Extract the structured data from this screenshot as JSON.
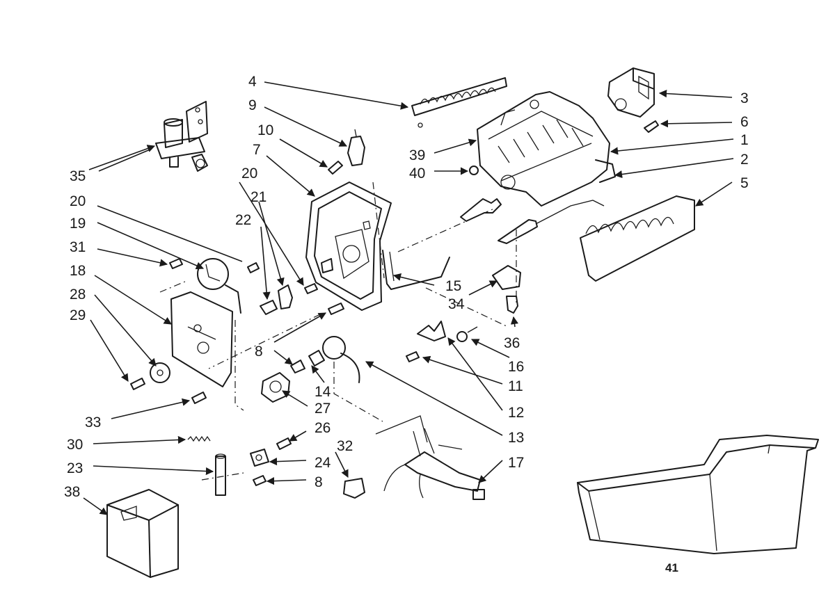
{
  "diagram": {
    "labels": {
      "p1": "1",
      "p2": "2",
      "p3": "3",
      "p4": "4",
      "p5": "5",
      "p6": "6",
      "p7": "7",
      "p8a": "8",
      "p8b": "8",
      "p9": "9",
      "p10": "10",
      "p11": "11",
      "p12": "12",
      "p13": "13",
      "p14": "14",
      "p15": "15",
      "p16": "16",
      "p17": "17",
      "p18": "18",
      "p19": "19",
      "p20a": "20",
      "p20b": "20",
      "p21": "21",
      "p22": "22",
      "p23": "23",
      "p24": "24",
      "p26": "26",
      "p27": "27",
      "p28": "28",
      "p29": "29",
      "p30": "30",
      "p31": "31",
      "p32": "32",
      "p33": "33",
      "p34": "34",
      "p35": "35",
      "p36": "36",
      "p38": "38",
      "p39": "39",
      "p40": "40",
      "p41": "41"
    },
    "colors": {
      "ink": "#1a1a1a",
      "paper": "#ffffff"
    }
  }
}
